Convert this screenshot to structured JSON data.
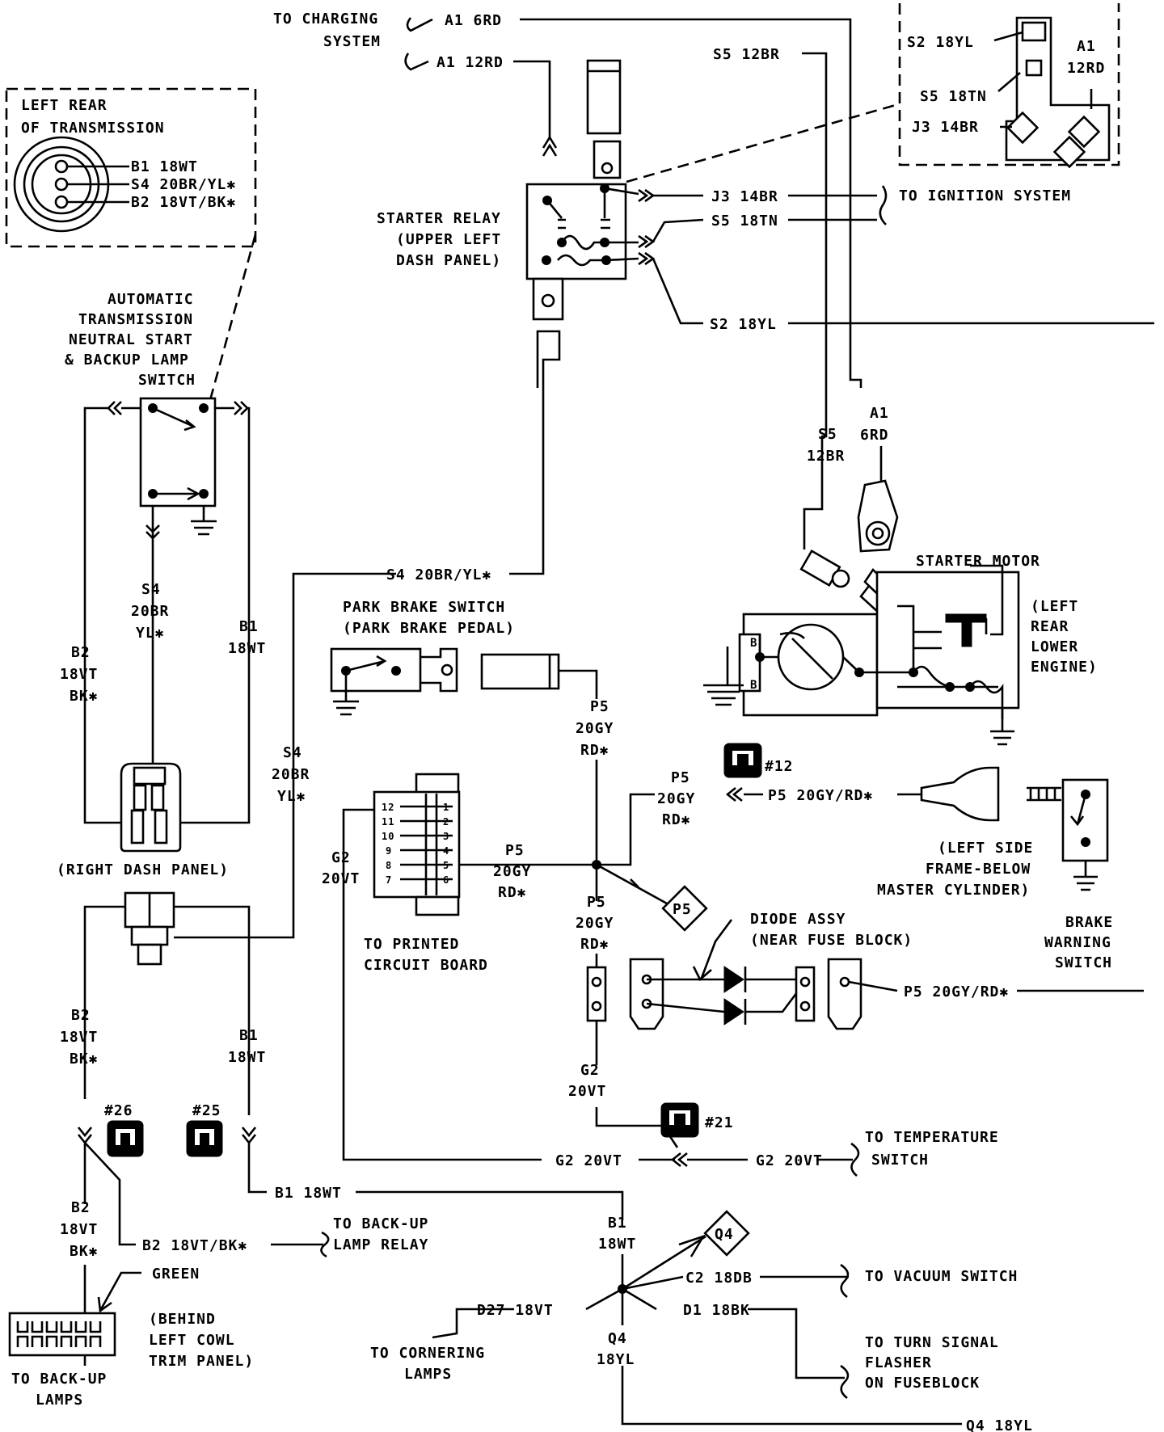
{
  "labels": {
    "to_charging": "TO CHARGING",
    "system": "SYSTEM",
    "a1_6rd": "A1 6RD",
    "a1_12rd": "A1 12RD",
    "s5_12br": "S5 12BR",
    "starter_relay": "STARTER RELAY",
    "upper_left": "(UPPER LEFT",
    "dash_panel": "DASH PANEL)",
    "j3_14br": "J3 14BR",
    "s5_18tn": "S5 18TN",
    "to_ignition": "TO IGNITION SYSTEM",
    "s2_18yl": "S2 18YL",
    "inset_s2": "S2 18YL",
    "inset_a1": "A1",
    "inset_12rd": "12RD",
    "inset_s5": "S5 18TN",
    "inset_j3": "J3 14BR",
    "left_rear": "LEFT REAR",
    "of_transmission": "OF TRANSMISSION",
    "pin_b1": "B1 18WT",
    "pin_s4": "S4 20BR/YL✱",
    "pin_b2": "B2 18VT/BK✱",
    "auto_1": "AUTOMATIC",
    "auto_2": "TRANSMISSION",
    "auto_3": "NEUTRAL START",
    "auto_4": "& BACKUP LAMP",
    "auto_5": "SWITCH",
    "s4_a": "S4",
    "s4_b": "20BR",
    "s4_c": "YL✱",
    "b2_a": "B2",
    "b2_b": "18VT",
    "b2_c": "BK✱",
    "b1_a": "B1",
    "b1_b": "18WT",
    "right_dash": "(RIGHT DASH PANEL)",
    "s4_mid": "S4 20BR/YL✱",
    "s4m_a": "S4",
    "s4m_b": "20BR",
    "s4m_c": "YL✱",
    "park_brake": "PARK BRAKE SWITCH",
    "park_pedal": "(PARK BRAKE PEDAL)",
    "p5_a": "P5",
    "p5_b": "20GY",
    "p5_c": "RD✱",
    "s5_vert_a": "S5",
    "s5_vert_b": "12BR",
    "a1_vert_a": "A1",
    "a1_vert_b": "6RD",
    "starter_motor": "STARTER MOTOR",
    "lr_1": "(LEFT",
    "lr_2": "REAR",
    "lr_3": "LOWER",
    "lr_4": "ENGINE)",
    "p5_20gy_rd": "P5 20GY/RD✱",
    "conn12": "#12",
    "lsf_1": "(LEFT SIDE",
    "lsf_2": "FRAME-BELOW",
    "lsf_3": "MASTER CYLINDER)",
    "brake_1": "BRAKE",
    "brake_2": "WARNING",
    "brake_3": "SWITCH",
    "g2_a": "G2",
    "g2_b": "20VT",
    "printed_1": "TO PRINTED",
    "printed_2": "CIRCUIT BOARD",
    "p5_diamond": "P5",
    "diode_1": "DIODE ASSY",
    "diode_2": "(NEAR FUSE BLOCK)",
    "p5_right": "P5 20GY/RD✱",
    "conn26": "#26",
    "conn25": "#25",
    "conn21": "#21",
    "g2_20vt": "G2 20VT",
    "to_temp": "TO TEMPERATURE",
    "switch": "SWITCH",
    "b1_18wt": "B1 18WT",
    "b2_18vtbk": "B2 18VT/BK✱",
    "to_backup_relay": "TO BACK-UP",
    "lamp_relay": "LAMP RELAY",
    "q4_diamond": "Q4",
    "c2_18db": "C2 18DB",
    "to_vacuum": "TO VACUUM SWITCH",
    "d27": "D27 18VT",
    "d1": "D1 18BK",
    "to_turn": "TO TURN SIGNAL",
    "flasher": "FLASHER",
    "on_fuseblock": "ON FUSEBLOCK",
    "q4_a": "Q4",
    "q4_b": "18YL",
    "q4_18yl": "Q4 18YL",
    "green": "GREEN",
    "behind_1": "(BEHIND",
    "behind_2": "LEFT COWL",
    "behind_3": "TRIM PANEL)",
    "to_backup_lamps": "TO BACK-UP",
    "lamps": "LAMPS",
    "to_cornering": "TO CORNERING",
    "cornering_lamps": "LAMPS",
    "pcb_left": [
      "12",
      "11",
      "10",
      "9",
      "8",
      "7"
    ],
    "pcb_right": [
      "1",
      "2",
      "3",
      "4",
      "5",
      "6"
    ]
  }
}
